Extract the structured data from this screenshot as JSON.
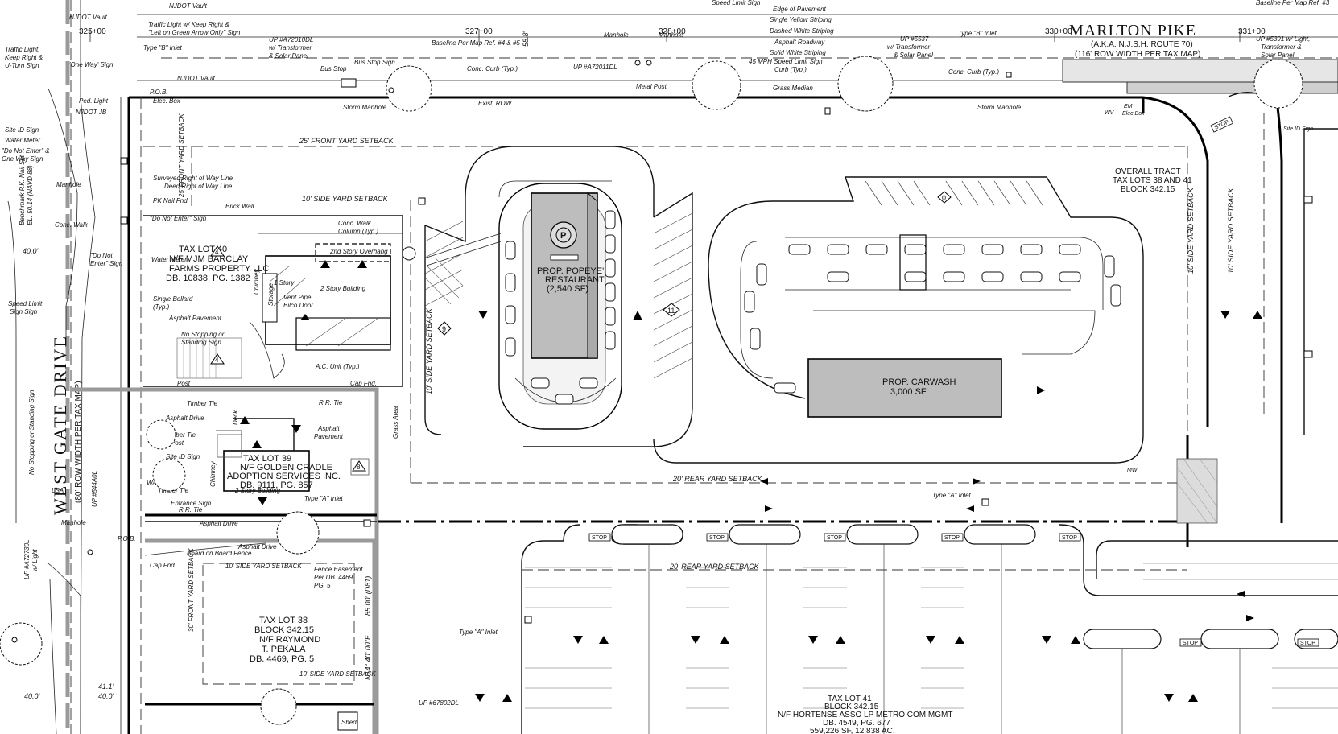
{
  "road_north": {
    "name": "MARLTON  PIKE",
    "aka": "(A.K.A. N.J.S.H. ROUTE 70)",
    "row": "(116' ROW WIDTH PER TAX MAP)",
    "stations": [
      "325+00",
      "327+00",
      "328+00",
      "330+00",
      "331+00"
    ]
  },
  "road_west": {
    "name": "WEST GATE DRIVE",
    "row": "(80' ROW WIDTH PER TAX MAP)"
  },
  "buildings": {
    "popeyes": {
      "line1": "PROP. POPEYE'S",
      "line2": "RESTAURANT",
      "line3": "(2,540 SF)",
      "logo": "popeyes-logo"
    },
    "carwash": {
      "line1": "PROP. CARWASH",
      "line2": "3,000 SF"
    }
  },
  "tract": {
    "line1": "OVERALL TRACT",
    "line2": "TAX LOTS 38 AND 41",
    "line3": "BLOCK 342.15"
  },
  "lot40": {
    "line1": "TAX LOT 40",
    "line2": "N/F MJM BARCLAY",
    "line3": "FARMS PROPERTY LLC",
    "line4": "DB. 10838, PG. 1382"
  },
  "lot39": {
    "line1": "TAX LOT 39",
    "line2": "N/F GOLDEN CRADLE",
    "line3": "ADOPTION SERVICES INC.",
    "line4": "DB. 9111, PG. 857"
  },
  "lot38": {
    "line1": "TAX LOT 38",
    "line2": "BLOCK 342.15",
    "line3": "N/F RAYMOND",
    "line4": "T. PEKALA",
    "line5": "DB. 4469, PG. 5"
  },
  "lot41": {
    "line1": "TAX LOT 41",
    "line2": "BLOCK 342.15",
    "line3": "N/F HORTENSE ASSO LP METRO COM MGMT",
    "line4": "DB. 4549, PG. 677",
    "line5": "559,226 SF, 12.838 AC."
  },
  "setbacks": {
    "front": "25' FRONT YARD SETBACK",
    "front_v": "25' FRONT YARD SETBACK",
    "side_a": "10' SIDE YARD SETBACK",
    "side_b": "10' SIDE YARD SETBACK",
    "side_c": "10' SIDE YARD SETBACK",
    "side_d": "10' SIDE YARD SETBACK",
    "side_e": "10' SIDE YARD SETBACK",
    "rear_a": "20' REAR YARD SETBACK",
    "rear_b": "20' REAR YARD SETBACK",
    "front_lot38": "30' FRONT YARD SETBACK",
    "side_lot38": "10' SIDE YARD SETBACK"
  },
  "labels": {
    "njdot_vault_a": "NJDOT Vault",
    "njdot_vault_b": "NJDOT Vault",
    "traffic_light_a": "Traffic Light w/ Keep Right &",
    "traffic_light_b": "\"Left on Green Arrow Only\" Sign",
    "speed_limit_sign": "Speed Limit Sign",
    "edge_pavement": "Edge of Pavement",
    "single_yellow": "Single Yellow Striping",
    "dashed_white": "Dashed White Striping",
    "asphalt_roadway": "Asphalt Roadway",
    "solid_white": "Solid White Striping",
    "speed45": "45 MPH Speed Limit Sign",
    "curb_typ": "Curb (Typ.)",
    "grass_median": "Grass Median",
    "baseline_a": "Baseline Per Map Ref. #4 & #5",
    "baseline_b": "Baseline Per Map Ref. #3",
    "manhole_a": "Manhole",
    "manhole_b": "Manhole",
    "up_a": "UP #A72010DL",
    "up_a2": "w/ Transformer",
    "up_a3": "& Solar Panel",
    "up_b": "UP #A72011DL",
    "up_c": "UP #5537",
    "up_c2": "w/ Transformer",
    "up_c3": "& Solar Panel",
    "up_d": "UP #5391 w/ Light,",
    "up_d2": "Transformer &",
    "up_d3": "Solar Panel",
    "type_b_inlet_a": "Type \"B\" Inlet",
    "type_b_inlet_b": "Type \"B\" Inlet",
    "conc_curb_a": "Conc. Curb (Typ.)",
    "conc_curb_b": "Conc. Curb (Typ.)",
    "bus_stop": "Bus Stop",
    "bus_stop_sign": "Bus Stop Sign",
    "metal_post": "Metal Post",
    "storm_mh_a": "Storm Manhole",
    "storm_mh_b": "Storm Manhole",
    "exist_row": "Exist. ROW",
    "pob_a": "P.O.B.",
    "pob_b": "P.O.B.",
    "elec_box": "Elec. Box",
    "ped_light": "Ped. Light",
    "njdot_jb": "NJDOT JB",
    "one_way": "'One Way' Sign",
    "traffic_light_w1": "Traffic Light,",
    "traffic_light_w2": "Keep Right &",
    "traffic_light_w3": "U-Turn Sign",
    "site_id_a": "Site ID Sign",
    "site_id_b": "Site ID Sign",
    "site_id_c": "Site ID Sign",
    "water_meter_a": "Water Meter",
    "water_meter_b": "Water Meter",
    "water_meter_c": "Water Meter",
    "dne_a": "\"Do Not Enter\" &",
    "dne_b": "One Way Sign",
    "dne_c": "\"Do Not Enter\" Sign",
    "dne_d": "\"Do Not",
    "dne_e": "Enter\" Sign",
    "benchmark": "Benchmark P.K. Nail Set",
    "benchmark2": "EL. 50.14 (NAVD 88)",
    "conc_walk_a": "Conc. Walk",
    "conc_walk_b": "Conc. Walk",
    "conc_walk_c": "Column (Typ.)",
    "surveyed_row": "Surveyed Right of Way Line",
    "deed_row": "Deed Right of Way Line",
    "pk_nail": "PK Nail Fnd.",
    "brick_wall": "Brick Wall",
    "single_bollard": "Single Bollard",
    "single_bollard2": "(Typ.)",
    "asphalt_pavement_a": "Asphalt Pavement",
    "asphalt_pavement_b": "Asphalt",
    "asphalt_pavement_c": "Pavement",
    "no_stopping_a": "No Stopping or",
    "no_stopping_b": "Standing Sign",
    "no_stopping_c": "No Stopping or Standing Sign",
    "second_story": "2nd Story Overhang",
    "one_story": "1 Story",
    "two_story": "2 Story Building",
    "two_story_b": "2 Story Building",
    "chimney_a": "Chimney",
    "chimney_b": "Chimney",
    "storage": "Storage",
    "vent_pipe": "Vent Pipe",
    "bilco": "Bilco Door",
    "ac_unit": "A.C. Unit (Typ.)",
    "post_a": "Post",
    "post_b": "Post",
    "cap_fnd_a": "Cap Fnd.",
    "cap_fnd_b": "Cap Fnd.",
    "timber_tie_a": "Timber Tie",
    "timber_tie_b": "Timber Tie",
    "timber_tie_c": "Timber Tie",
    "rr_tie_a": "R.R. Tie",
    "rr_tie_b": "R.R. Tie",
    "asphalt_drive_a": "Asphalt Drive",
    "asphalt_drive_b": "Asphalt Drive",
    "asphalt_drive_c": "Asphalt Drive",
    "deck": "Deck",
    "entrance_sign": "Entrance Sign",
    "type_a_inlet_a": "Type \"A\" Inlet",
    "type_a_inlet_b": "Type \"A\" Inlet",
    "type_a_inlet_c": "Type \"A\" Inlet",
    "board_fence": "Board on Board Fence",
    "fence_easement_a": "Fence Easement",
    "fence_easement_b": "Per DB. 4469,",
    "fence_easement_c": "PG. 5",
    "manhole_c": "Manhole",
    "manhole_d": "Manhole",
    "up_e": "UP #544A0L",
    "up_f": "UP #A72730L",
    "up_f2": "w/ Light",
    "up_g": "UP #67802DL",
    "speed_limit_w": "Speed Limit",
    "speed_limit_w2": "Sign Sign",
    "shed": "Shed",
    "lsa": "LSA",
    "grass_area": "Grass Area",
    "dim_40a": "40.0'",
    "dim_40b": "40.0'",
    "dim_40c": "40.0'",
    "dim_41": "41.1'",
    "dim_bearing": "N14° 40' 00\"E",
    "dim_85": "85.00' (D81)",
    "dim_58": "58.8'",
    "stop": "STOP",
    "site_id_sign_e": "Site ID Sign",
    "em": "EM",
    "eb": "Elec Box",
    "wv": "WV",
    "mw": "MW",
    "stall_counts": [
      "0",
      "11",
      "9"
    ],
    "lot_numbers": [
      "4",
      "4",
      "8"
    ]
  }
}
